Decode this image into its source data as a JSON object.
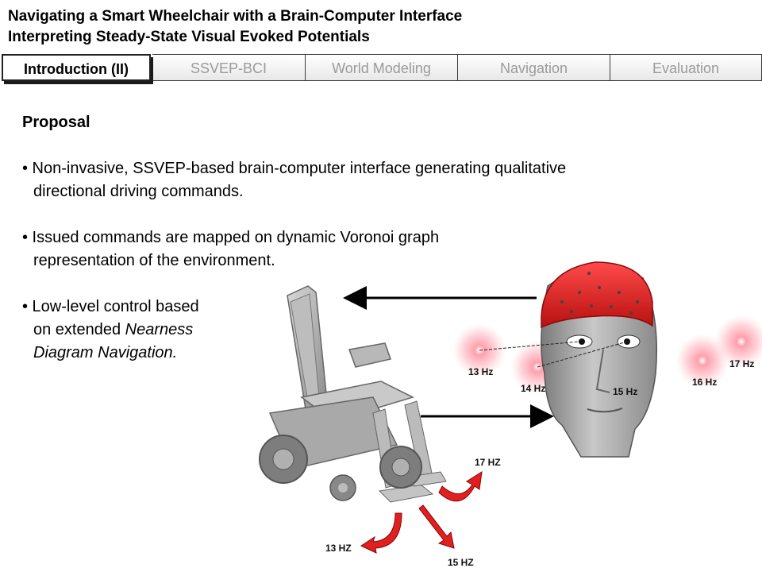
{
  "header": {
    "title_line1": "Navigating a Smart Wheelchair with a Brain-Computer Interface",
    "title_line2": "Interpreting Steady-State Visual Evoked Potentials"
  },
  "tabs": [
    {
      "label": "Introduction (II)",
      "active": true
    },
    {
      "label": "SSVEP-BCI",
      "active": false
    },
    {
      "label": "World Modeling",
      "active": false
    },
    {
      "label": "Navigation",
      "active": false
    },
    {
      "label": "Evaluation",
      "active": false
    }
  ],
  "content": {
    "heading": "Proposal",
    "bullet1_line1": "• Non-invasive, SSVEP-based brain-computer interface generating qualitative",
    "bullet1_line2": "directional driving commands.",
    "bullet2_line1": "• Issued commands are mapped on dynamic Voronoi graph",
    "bullet2_line2": "representation of the environment.",
    "bullet3_line1": "• Low-level control based",
    "bullet3_line2_prefix": "on extended ",
    "bullet3_line2_em": "Nearness",
    "bullet3_line3": "Diagram Navigation."
  },
  "stimuli": [
    "13 Hz",
    "14 Hz",
    "15 Hz",
    "16 Hz",
    "17 Hz"
  ],
  "commands": [
    "17 HZ",
    "13 HZ",
    "15 HZ"
  ],
  "colors": {
    "accent_red": "#e02020",
    "cap_red": "#d81e1e",
    "tab_border": "#3a3a3a"
  }
}
